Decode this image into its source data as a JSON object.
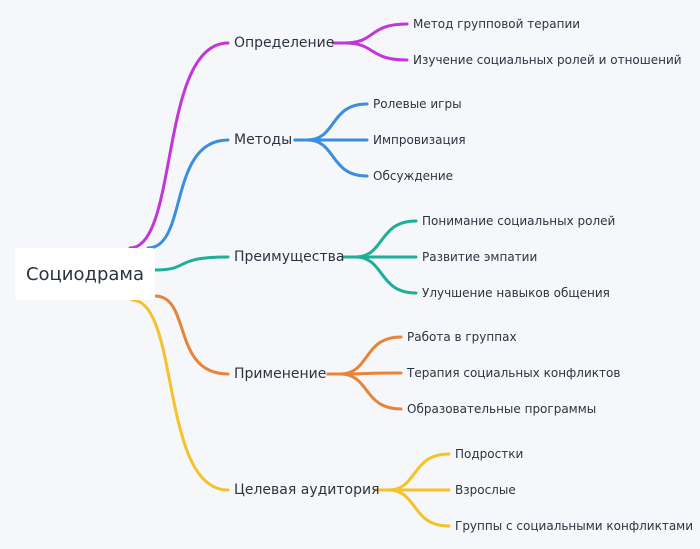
{
  "root": "Социодрама",
  "branches": [
    {
      "label": "Определение",
      "color": "#c136d6",
      "children": [
        "Метод групповой терапии",
        "Изучение социальных ролей и отношений"
      ]
    },
    {
      "label": "Методы",
      "color": "#3a8ee0",
      "children": [
        "Ролевые игры",
        "Импровизация",
        "Обсуждение"
      ]
    },
    {
      "label": "Преимущества",
      "color": "#1fae98",
      "children": [
        "Понимание социальных ролей",
        "Развитие эмпатии",
        "Улучшение навыков общения"
      ]
    },
    {
      "label": "Применение",
      "color": "#e8833a",
      "children": [
        "Работа в группах",
        "Терапия социальных конфликтов",
        "Образовательные программы"
      ]
    },
    {
      "label": "Целевая аудитория",
      "color": "#f5c229",
      "children": [
        "Подростки",
        "Взрослые",
        "Группы с социальными конфликтами"
      ]
    }
  ]
}
